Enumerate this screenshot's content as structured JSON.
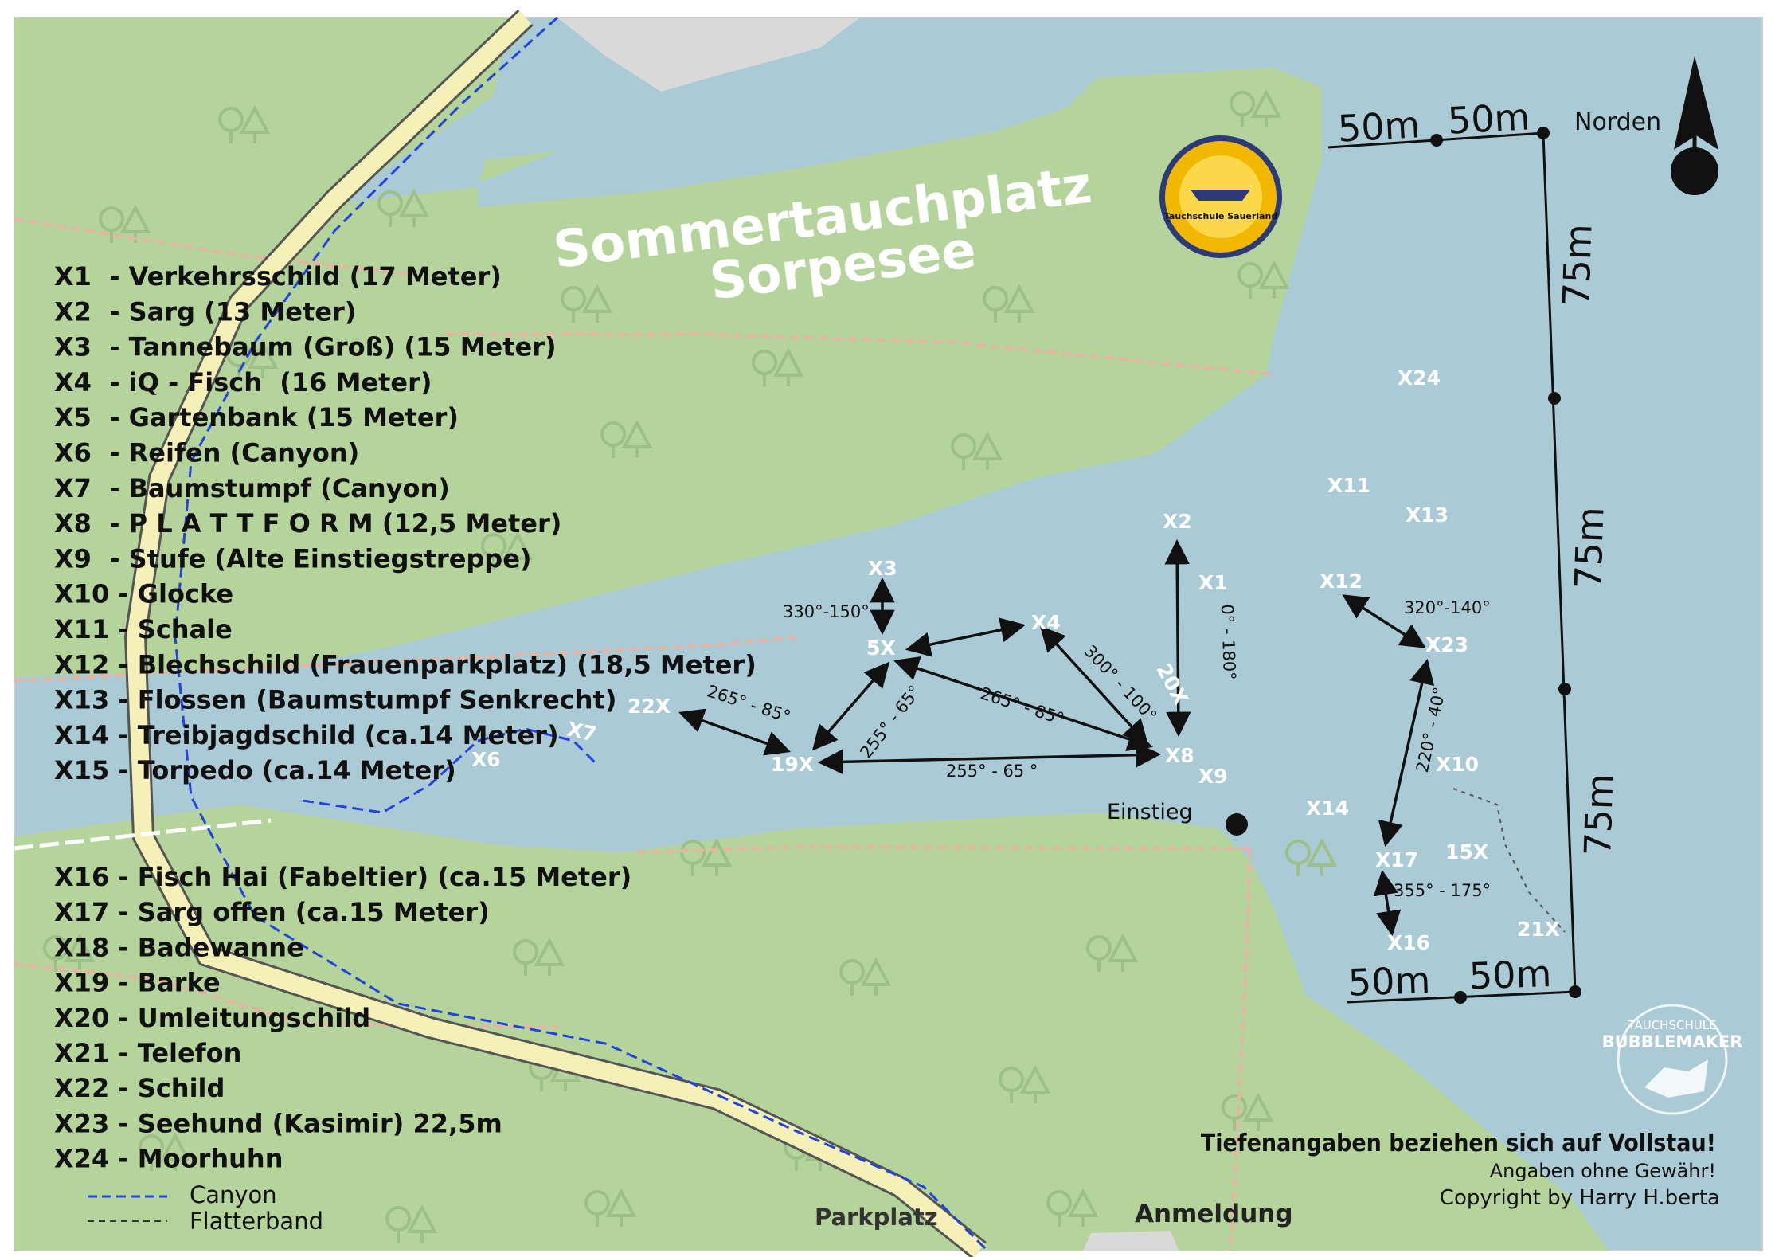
{
  "title": {
    "line1": "Sommertauchplatz",
    "line2": "Sorpesee"
  },
  "legend": [
    "X1  - Verkehrsschild (17 Meter)",
    "X2  - Sarg (13 Meter)",
    "X3  - Tannebaum (Groß) (15 Meter)",
    "X4  - iQ - Fisch  (16 Meter)",
    "X5  - Gartenbank (15 Meter)",
    "X6  - Reifen (Canyon)",
    "X7  - Baumstumpf (Canyon)",
    "X8  - P L A T T F O R M (12,5 Meter)",
    "X9  - Stufe (Alte Einstiegstreppe)",
    "X10 - Glocke",
    "X11 - Schale",
    "X12 - Blechschild (Frauenparkplatz) (18,5 Meter)",
    "X13 - Flossen (Baumstumpf Senkrecht)",
    "X14 - Treibjagdschild (ca.14 Meter)",
    "X15 - Torpedo (ca.14 Meter)",
    "X16 - Fisch Hai (Fabeltier) (ca.15 Meter)",
    "X17 - Sarg offen (ca.15 Meter)",
    "X18 - Badewanne",
    "X19 - Barke",
    "X20 - Umleitungschild",
    "X21 - Telefon",
    "X22 - Schild",
    "X23 - Seehund (Kasimir) 22,5m",
    "X24 - Moorhuhn"
  ],
  "line_legend": {
    "canyon": "Canyon",
    "tape": "Flatterband"
  },
  "markers": [
    "X1",
    "X2",
    "X3",
    "X4",
    "5X",
    "X6",
    "X7",
    "X8",
    "X9",
    "X10",
    "X11",
    "X12",
    "X13",
    "X14",
    "15X",
    "X16",
    "X17",
    "19X",
    "20X",
    "21X",
    "22X",
    "X23",
    "X24"
  ],
  "bearings": [
    "330°-150°",
    "265° - 85°",
    "255° - 65°",
    "265° - 85°",
    "300° - 100°",
    "0° - 180°",
    "255° - 65 °",
    "320°-140°",
    "220° - 40°",
    "355° - 175°"
  ],
  "scale": {
    "top_left": "50m",
    "top_right": "50m",
    "side1": "75m",
    "side2": "75m",
    "side3": "75m",
    "bottom_left": "50m",
    "bottom_right": "50m"
  },
  "north": "Norden",
  "places": {
    "entry": "Einstieg",
    "parking": "Parkplatz",
    "registration": "Anmeldung"
  },
  "disclaimer": {
    "line1": "Tiefenangaben beziehen sich auf  Vollstau!",
    "line2": "Angaben ohne Gewähr!",
    "line3": "Copyright by Harry H.berta"
  },
  "badges": {
    "top_logo": "Tauchschule Sauerland",
    "bottom_logo_top": "TAUCHSCHULE",
    "bottom_logo_name": "BUBBLEMAKER"
  },
  "colors": {
    "water": "#aacbd6",
    "land": "#b4d49b",
    "path": "#f4f0b7",
    "trail": "#e9b7a8",
    "canyon": "#2244dd"
  }
}
